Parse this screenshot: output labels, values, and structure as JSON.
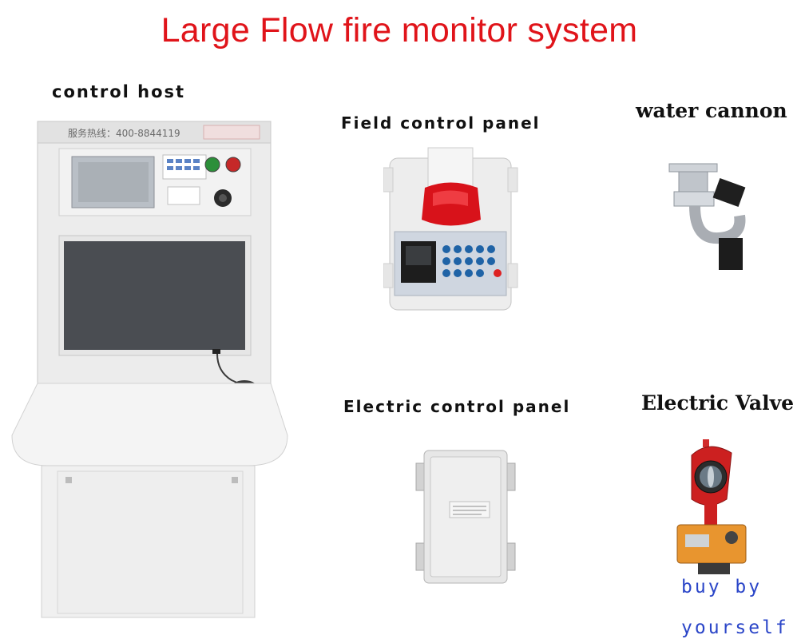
{
  "title": "Large Flow fire monitor system",
  "labels": {
    "control_host": "control host",
    "field_panel": "Field control panel",
    "water_cannon": "water cannon",
    "electric_panel": "Electric control panel",
    "electric_valve": "Electric Valve"
  },
  "note": {
    "line1": "buy by",
    "line2": "yourself"
  },
  "host_header": {
    "hotline": "服务热线：400-8844119"
  },
  "colors": {
    "title": "#e0141a",
    "note": "#2a45c8"
  }
}
